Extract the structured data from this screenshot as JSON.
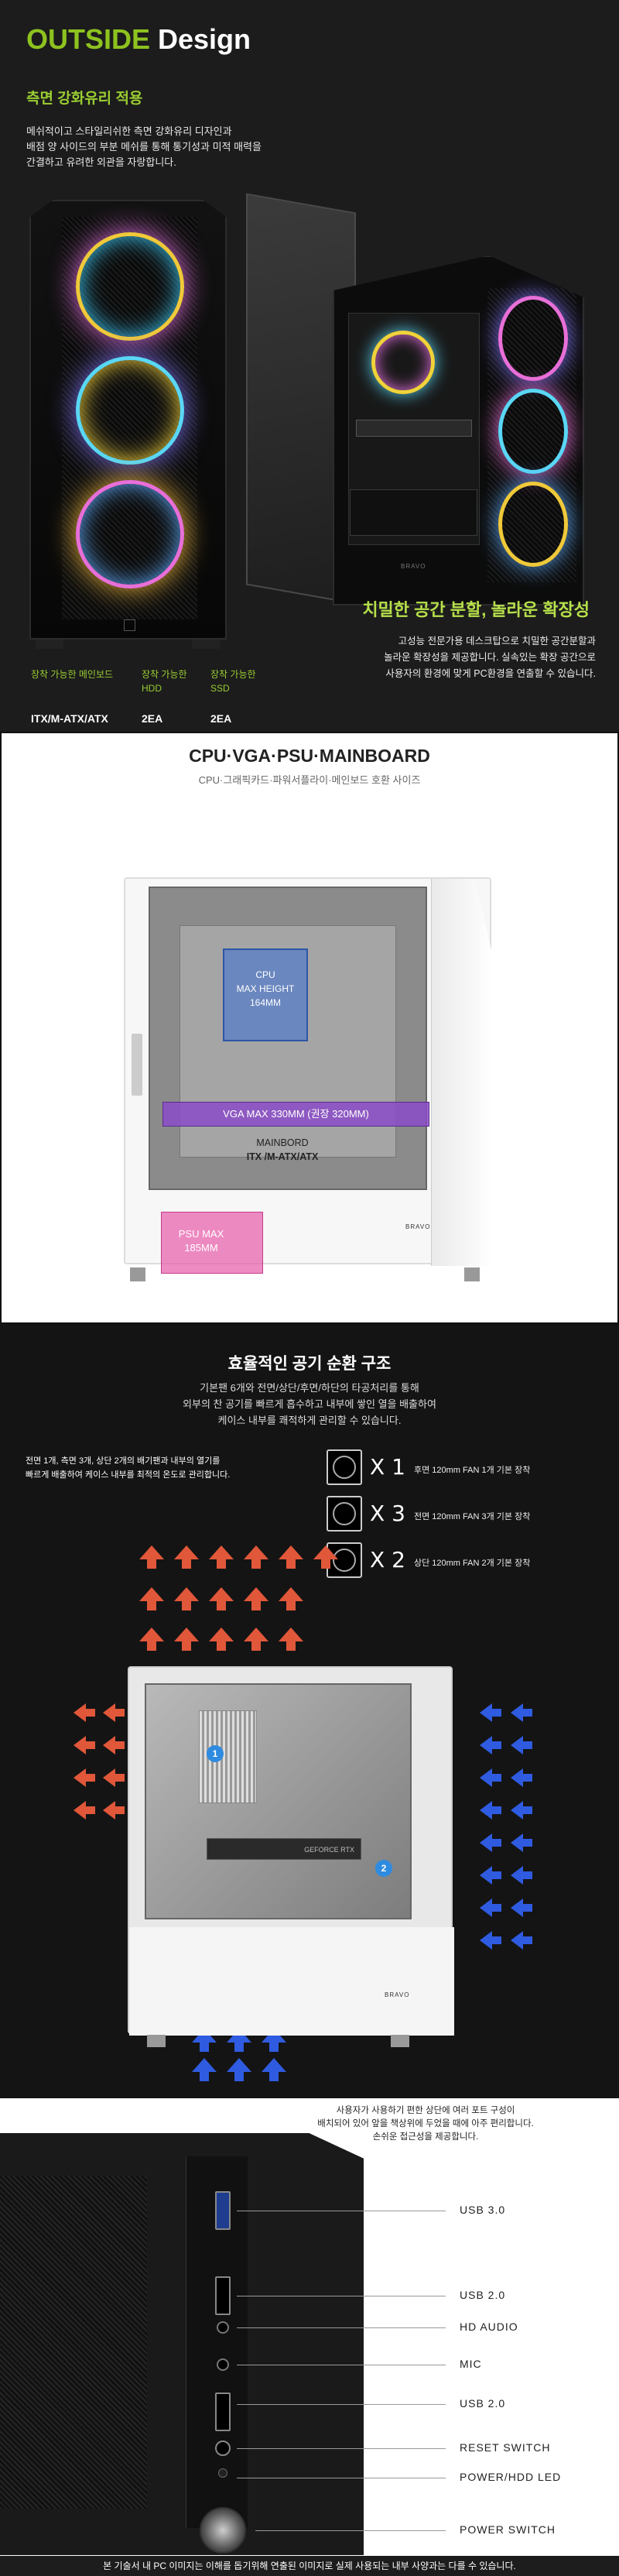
{
  "outside": {
    "heading_accent": "OUTSIDE",
    "heading_rest": " Design",
    "subheading": "측면 강화유리 적용",
    "description_lines": [
      "메쉬적이고 스타일리쉬한 측면 강화유리 디자인과",
      "배점 양 사이드의 부분 메쉬를 통해 통기성과 미적 매력을",
      "간결하고 유려한 외관을 자랑합니다."
    ],
    "slogan": "치밀한 공간 분할, 놀라운 확장성",
    "right_desc_lines": [
      "고성능 전문가용 데스크탑으로 치밀한 공간분할과",
      "놀라운 확장성을 제공합니다. 실속있는 확장 공간으로",
      "사용자의 환경에 맞게 PC환경을 연출할 수 있습니다."
    ],
    "specs": [
      {
        "label": "장착 가능한 메인보드",
        "value": "ITX/M-ATX/ATX"
      },
      {
        "label": "장착 가능한 HDD",
        "value": "2EA"
      },
      {
        "label": "장착 가능한 SSD",
        "value": "2EA"
      }
    ],
    "brand_mark": "BRAVO"
  },
  "compat": {
    "title": "CPU·VGA·PSU·MAINBOARD",
    "subtitle": "CPU·그래픽카드·파워서플라이·메인보드 호환 사이즈",
    "cpu_line1": "CPU",
    "cpu_line2": "MAX HEIGHT",
    "cpu_line3": "164MM",
    "vga": "VGA MAX 330MM (권장 320MM)",
    "mb_line1": "MAINBORD",
    "mb_line2": "ITX /M-ATX/ATX",
    "psu_line1": "PSU MAX",
    "psu_line2": "185MM",
    "brand_mark": "BRAVO"
  },
  "airflow": {
    "title": "효율적인 공기 순환 구조",
    "desc_lines": [
      "기본팬 6개와 전면/상단/후면/하단의 타공처리를 통해",
      "외부의 찬 공기를 빠르게 흡수하고 내부에 쌓인 열을 배출하여",
      "케이스 내부를 쾌적하게 관리할 수 있습니다."
    ],
    "left_note_lines": [
      "전면 1개, 측면 3개, 상단 2개의 배기팬과 내부의 열기를",
      "빠르게 배출하여 케이스 내부를 최적의 온도로 관리합니다."
    ],
    "fans": [
      {
        "count": "X 1",
        "note": "후면 120mm FAN 1개 기본 장착"
      },
      {
        "count": "X 3",
        "note": "전면 120mm FAN 3개 기본 장착"
      },
      {
        "count": "X 2",
        "note": "상단 120mm FAN 2개 기본 장착"
      }
    ],
    "badge_1": "1",
    "badge_2": "2",
    "gpu_text": "GEFORCE RTX",
    "brand_mark": "BRAVO"
  },
  "io": {
    "note_lines": [
      "사용자가 사용하기 편한 상단에 여러 포트 구성이",
      "배치되어 있어 앞을 책상위에 두었을 때에 아주 편리합니다.",
      "손쉬운 접근성을 제공합니다."
    ],
    "ports": [
      "USB 3.0",
      "USB 2.0",
      "HD AUDIO",
      "MIC",
      "USB 2.0",
      "RESET SWITCH",
      "POWER/HDD LED",
      "POWER SWITCH"
    ],
    "footer": "본 기술서 내 PC 이미지는 이해를 돕기위해 연출된 이미지로 실제 사용되는 내부 사양과는 다를 수 있습니다."
  },
  "colors": {
    "accent_green": "#8dc21f",
    "vga_purple": "#8a4bc7",
    "cpu_blue": "#3a6fd6",
    "psu_pink": "#e85aa9",
    "arrow_red": "#e0573a",
    "arrow_blue": "#2f5be0"
  }
}
